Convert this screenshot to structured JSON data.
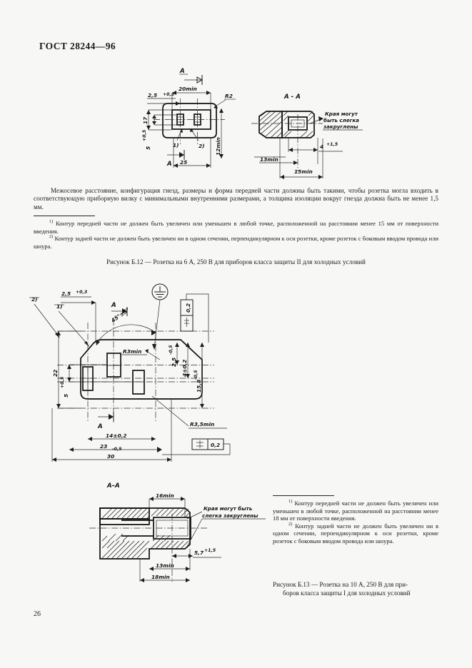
{
  "document": {
    "running_head": "ГОСТ 28244—96",
    "page_number": "26"
  },
  "main_text": {
    "paragraph": "Межосевое расстояние, конфигурация гнезд, размеры и форма передней части должны быть такими, чтобы розетка могла входить в соответствующую приборную вилку с минимальными внутренними размерами, а толщина изоляции вокруг гнезда должна быть не менее 1,5 мм."
  },
  "footnotes_top": {
    "marker1": "1)",
    "note1": "Контур передней части не должен быть увеличен или уменьшен в любой точке, расположенной на расстоянии менее 15 мм от поверхности введения.",
    "marker2": "2)",
    "note2": "Контур задней части не должен быть увеличен ни в одном сечении, перпендикулярном к оси розетки, кроме розеток с боковым вводом провода или шнура."
  },
  "footnotes_bottom": {
    "marker1": "1)",
    "note1": "Контур передней части не должен быть увеличен или уменьшен в любой точке, расположенной на расстоянии менее 18 мм от поверхности введения.",
    "marker2": "2)",
    "note2": "Контур задней части не должен быть увеличен ни в одном сечении, перпендикулярном к оси розетки, кроме розеток с боковым вводом провода или шнура."
  },
  "caption_b12": {
    "line1": "Рисунок Б.12 — Розетка на 6 А, 250 В для приборов класса защиты II для холодных условий"
  },
  "caption_b13": {
    "line1": "Рисунок Б.13 — Розетка на 10 А, 250 В для при-",
    "line2": "боров класса защиты I для холодных условий"
  },
  "figure_b12": {
    "section_marker": "A",
    "section_title": "A - A",
    "dims": {
      "d_2_5": "2,5",
      "d_2_5_tol": "+0,3",
      "d_20min": "20min",
      "d_R2": "R2",
      "d_17": "17",
      "d_5": "5",
      "d_5_tol": "+0,5",
      "d_25": "25",
      "d_12min": "12min",
      "d_13min": "13min",
      "d_15min": "15min",
      "d_4": "4",
      "d_4_tol": "+1,5"
    },
    "balloon1": "1)",
    "balloon2": "2)",
    "note_edges": [
      "Края могут",
      "быть слегка",
      "закруглены"
    ]
  },
  "figure_b13": {
    "section_marker": "A",
    "section_title": "A–A",
    "dims": {
      "d_2_5": "2,5",
      "d_2_5_tol": "+0,3",
      "d_22": "22",
      "d_5": "5",
      "d_5_tol": "+0,5",
      "d_14": "14±0,2",
      "d_23": "23",
      "d_23_tol": "-0,5",
      "d_30": "30",
      "d_45": "45°±5°",
      "d_2_5b": "2,5",
      "d_2_5b_tol": "-0,5",
      "d_4": "4±0,2",
      "d_15_8": "15,8",
      "d_15_8_tol": "-0,5",
      "d_R3min": "R3min",
      "d_R3_5min": "R3,5min",
      "d_16min": "16min",
      "d_13min": "13min",
      "d_18min": "18min",
      "d_5_7": "5,7",
      "d_5_7_tol": "+1,5"
    },
    "tolerance_frames": [
      {
        "value": "0,2"
      },
      {
        "value": "0,2"
      }
    ],
    "balloon1": "1)",
    "balloon2": "2)",
    "note_edges": [
      "Края могут быть",
      "слегка закруглены"
    ]
  },
  "icons": {
    "earth": "earth-ground-icon",
    "parallelism": "parallelism-symbol-icon"
  }
}
